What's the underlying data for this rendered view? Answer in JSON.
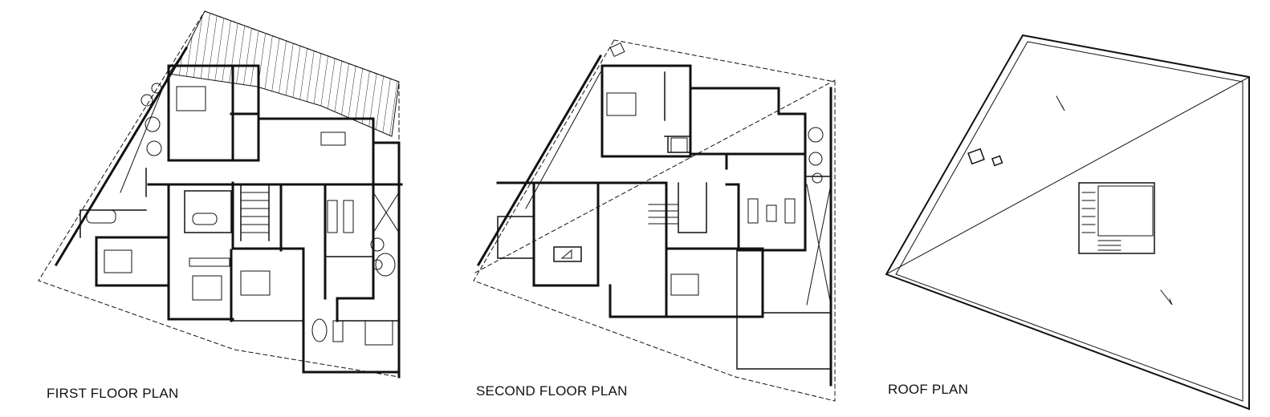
{
  "plans": {
    "first": {
      "label": "FIRST FLOOR PLAN"
    },
    "second": {
      "label": "SECOND FLOOR PLAN"
    },
    "roof": {
      "label": "ROOF PLAN"
    }
  },
  "colors": {
    "ink": "#111111",
    "background": "#ffffff"
  }
}
